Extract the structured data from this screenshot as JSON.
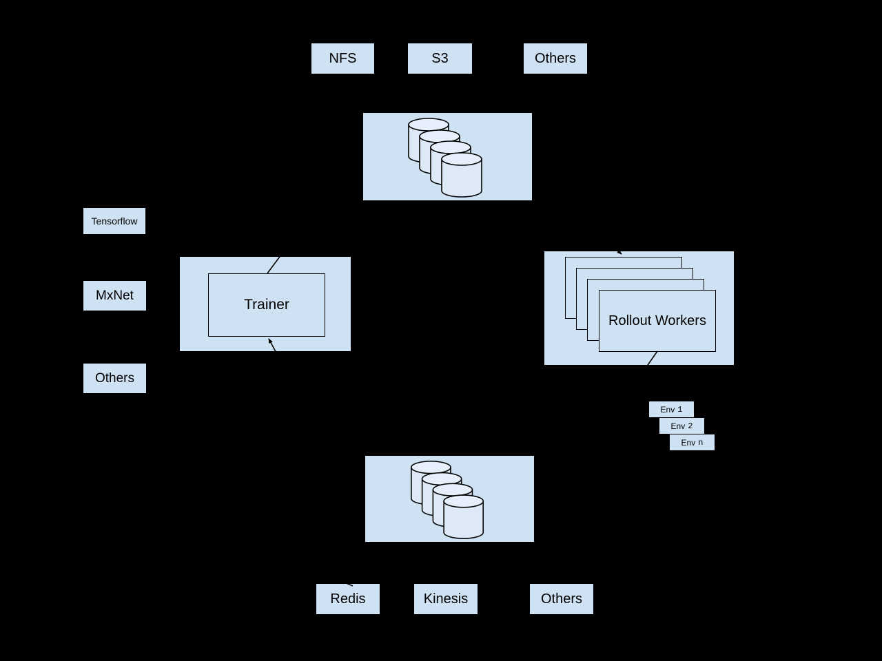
{
  "palette": {
    "background": "#000000",
    "node_fill": "#cfe2f3",
    "cylinder_fill": "#dde9f7",
    "cylinder_top_fill": "#e6effb",
    "line_color": "#000000"
  },
  "top_storage_row": {
    "items": [
      {
        "label": "NFS"
      },
      {
        "label": "S3"
      },
      {
        "label": "Others"
      }
    ]
  },
  "model_storage_node": {
    "icon": "database-cluster-icon",
    "cylinder_count": 4
  },
  "framework_column": {
    "items": [
      {
        "label": "Tensorflow"
      },
      {
        "label": "MxNet"
      },
      {
        "label": "Others"
      }
    ]
  },
  "trainer_node": {
    "label": "Trainer"
  },
  "rollout_workers_node": {
    "label": "Rollout Workers",
    "stack_count": 4
  },
  "env_stack": {
    "items": [
      {
        "prefix": "Env",
        "index": "1"
      },
      {
        "prefix": "Env",
        "index": "2"
      },
      {
        "prefix": "Env",
        "index": "n"
      }
    ]
  },
  "experience_storage_node": {
    "icon": "database-cluster-icon",
    "cylinder_count": 4
  },
  "bottom_queue_row": {
    "items": [
      {
        "label": "Redis"
      },
      {
        "label": "Kinesis"
      },
      {
        "label": "Others"
      }
    ]
  }
}
